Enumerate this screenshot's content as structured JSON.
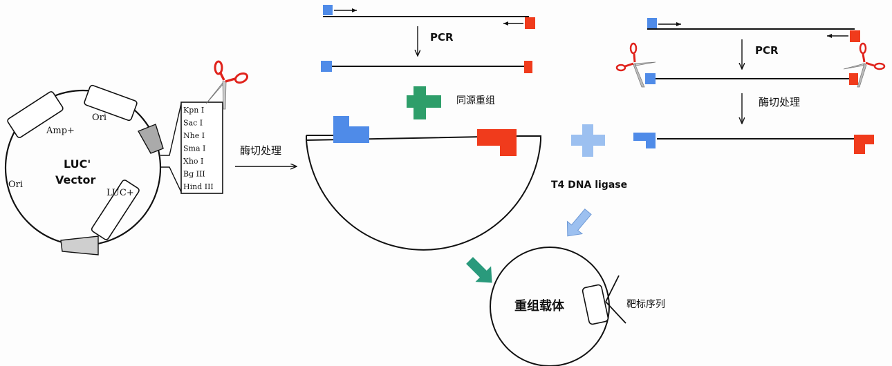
{
  "colors": {
    "blue": "#4f8be8",
    "red": "#f03b1c",
    "green": "#2e9e6a",
    "light_blue": "#9cc0f0",
    "teal_arrow": "#2a9a7c",
    "insert_gray": "#c8c8c8",
    "line": "#111111"
  },
  "vector": {
    "title_line1": "LUC'",
    "title_line2": "Vector",
    "labels": {
      "ori_top": "Ori",
      "amp": "Amp+",
      "ori_left": "Ori",
      "luc": "LUC+"
    },
    "mcs_sites": [
      "Kpn I",
      "Sac I",
      "Nhe I",
      "Sma I",
      "Xho I",
      "Bg III",
      "Hind III"
    ]
  },
  "steps": {
    "digest_label": "酶切处理",
    "pcr_label": "PCR",
    "homologous_recombination_label": "同源重组",
    "digest_label_right": "酶切处理",
    "ligase_label": "T4 DNA ligase"
  },
  "result": {
    "recombinant_vector_label": "重组载体",
    "target_sequence_label": "靶标序列"
  }
}
